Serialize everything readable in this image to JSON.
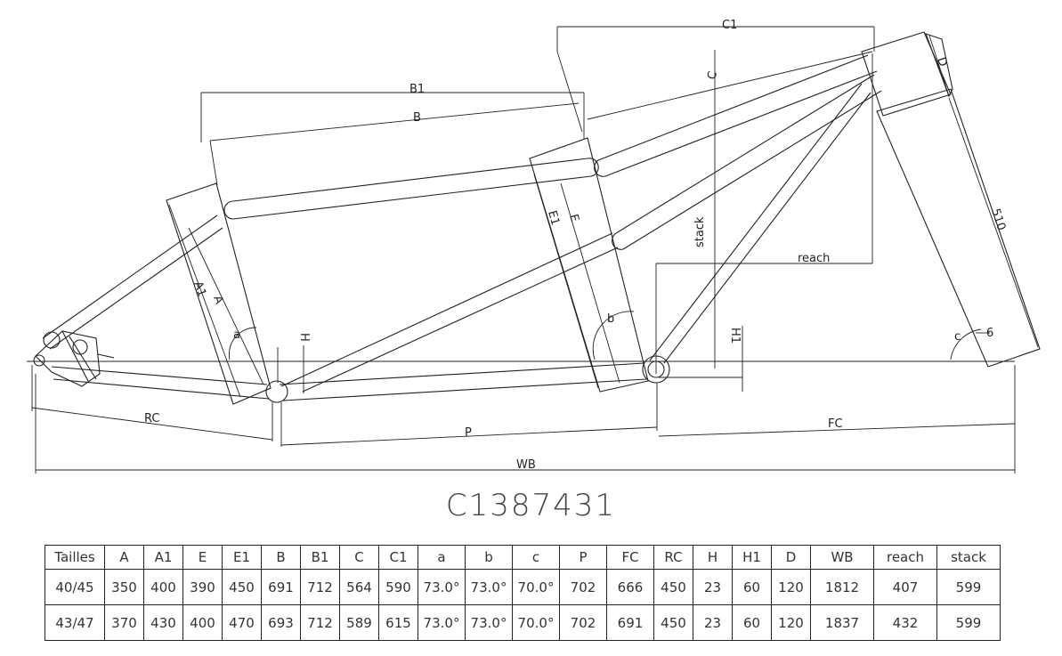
{
  "labels": {
    "C1": "C1",
    "C": "C",
    "B1": "B1",
    "B": "B",
    "D": "D",
    "s510": "510",
    "E1": "E1",
    "E": "E",
    "stack": "stack",
    "reach": "reach",
    "A1": "A1",
    "A": "A",
    "a": "a",
    "b": "b",
    "c": "c",
    "c6": "6",
    "H": "H",
    "H1": "H1",
    "RC": "RC",
    "P": "P",
    "FC": "FC",
    "WB": "WB"
  },
  "model_code": "C1387431",
  "table": {
    "headers": [
      "Tailles",
      "A",
      "A1",
      "E",
      "E1",
      "B",
      "B1",
      "C",
      "C1",
      "a",
      "b",
      "c",
      "P",
      "FC",
      "RC",
      "H",
      "H1",
      "D",
      "WB",
      "reach",
      "stack"
    ],
    "rows": [
      [
        "40/45",
        "350",
        "400",
        "390",
        "450",
        "691",
        "712",
        "564",
        "590",
        "73.0°",
        "73.0°",
        "70.0°",
        "702",
        "666",
        "450",
        "23",
        "60",
        "120",
        "1812",
        "407",
        "599"
      ],
      [
        "43/47",
        "370",
        "430",
        "400",
        "470",
        "693",
        "712",
        "589",
        "615",
        "73.0°",
        "73.0°",
        "70.0°",
        "702",
        "691",
        "450",
        "23",
        "60",
        "120",
        "1837",
        "432",
        "599"
      ]
    ]
  }
}
